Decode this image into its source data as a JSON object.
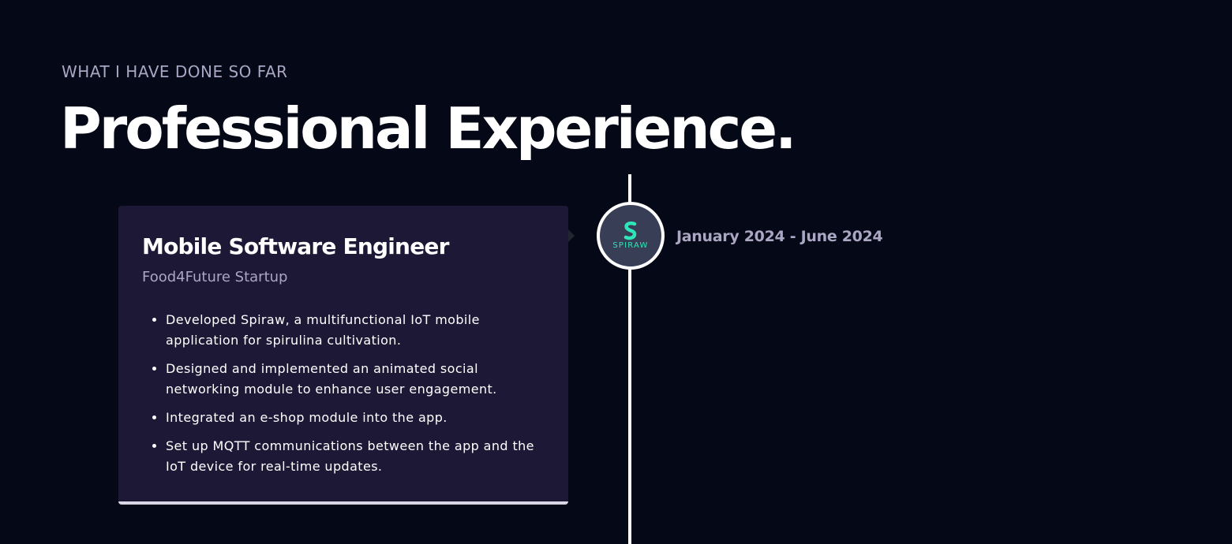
{
  "header": {
    "subtitle": "WHAT I HAVE DONE SO FAR",
    "title": "Professional Experience."
  },
  "experience": [
    {
      "title": "Mobile Software Engineer",
      "company": "Food4Future Startup",
      "date": "January 2024 - June 2024",
      "logo_text": "SPIRAW",
      "icon": "spiraw-logo-icon",
      "points": [
        "Developed Spiraw, a multifunctional IoT mobile application for spirulina cultivation.",
        "Designed and implemented an animated social networking module to enhance user engagement.",
        "Integrated an e-shop module into the app.",
        "Set up MQTT communications between the app and the IoT device for real-time updates."
      ]
    }
  ],
  "colors": {
    "background": "#050816",
    "card": "#1d1836",
    "secondary_text": "#aaa6c3",
    "icon_bg": "#383e56",
    "logo_accent": "#2ee6b8"
  }
}
